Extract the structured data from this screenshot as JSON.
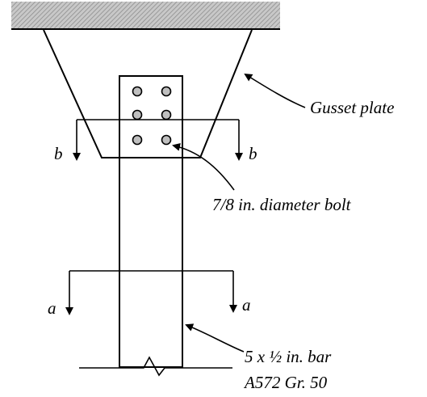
{
  "labels": {
    "gusset": "Gusset plate",
    "bolt": "7/8 in. diameter bolt",
    "bar_size": "5 x ½ in. bar",
    "bar_grade": "A572 Gr. 50",
    "section_b_left": "b",
    "section_b_right": "b",
    "section_a_left": "a",
    "section_a_right": "a"
  },
  "colors": {
    "line": "#000000",
    "bolt_fill": "#bfbfbf",
    "support_hatch": "#9a9a9a"
  }
}
